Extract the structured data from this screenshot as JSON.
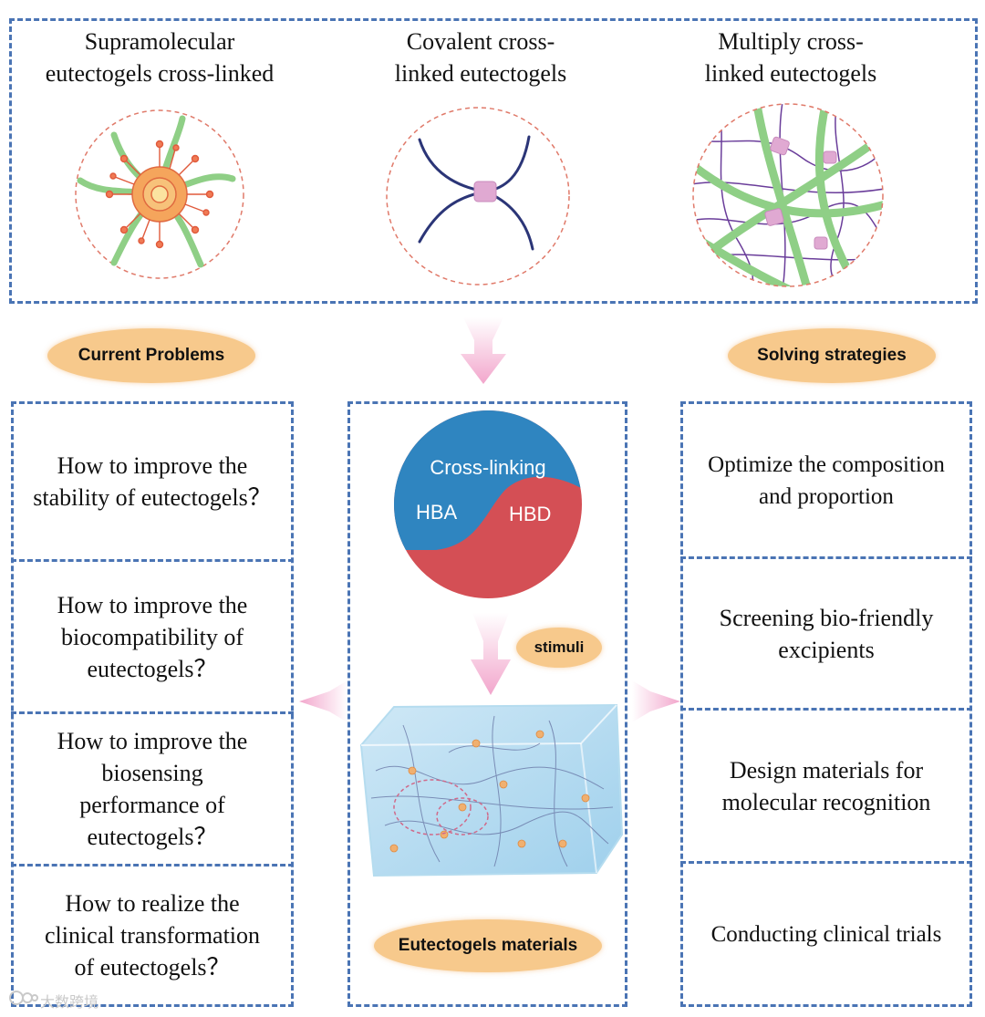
{
  "top": {
    "supramolecular": "Supramolecular\neutectogels cross-linked",
    "covalent": "Covalent cross-\nlinked eutectogels",
    "multiply": "Multiply cross-\nlinked eutectogels"
  },
  "badges": {
    "current_problems": "Current Problems",
    "solving_strategies": "Solving strategies",
    "stimuli": "stimuli",
    "eutectogels_materials": "Eutectogels materials"
  },
  "yinyang": {
    "cross_linking": "Cross-linking",
    "hba": "HBA",
    "hbd": "HBD"
  },
  "problems": [
    "How to improve the\nstability of eutectogels？",
    "How to improve the\nbiocompatibility of\neutectogels？",
    "How to improve the\nbiosensing\nperformance of\neutectogels？",
    "How to realize the\nclinical transformation\nof eutectogels？"
  ],
  "strategies": [
    "Optimize the composition\nand proportion",
    "Screening bio-friendly\nexcipients",
    "Design materials for\nmolecular recognition",
    "Conducting clinical trials"
  ],
  "watermark": "大数跨境",
  "colors": {
    "dash": "#4a74b4",
    "pill": "#f7c98c",
    "arrow": "#f2a6cc",
    "hba": "#2f85c0",
    "hbd": "#d44f55",
    "fiber": "#8fcf86",
    "chain": "#2b3577",
    "node": "#e0a9d2"
  }
}
